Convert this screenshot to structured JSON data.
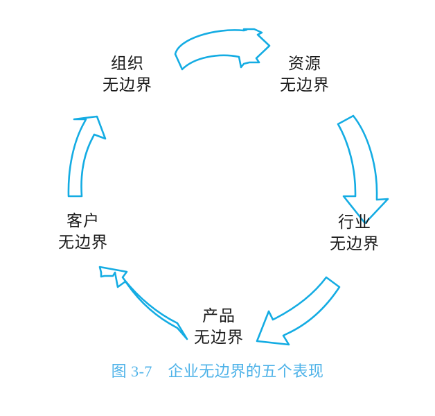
{
  "figure": {
    "caption": "图 3-7　企业无边界的五个表现",
    "accent_color": "#14ace3",
    "caption_color": "#4db2e8",
    "label_color": "#1a1a1a",
    "background_color": "#ffffff"
  },
  "diagram": {
    "type": "cycle",
    "direction": "clockwise",
    "node_count": 5,
    "nodes": [
      {
        "id": "organization",
        "line1": "组织",
        "line2": "无边界"
      },
      {
        "id": "resource",
        "line1": "资源",
        "line2": "无边界"
      },
      {
        "id": "industry",
        "line1": "行业",
        "line2": "无边界"
      },
      {
        "id": "product",
        "line1": "产品",
        "line2": "无边界"
      },
      {
        "id": "customer",
        "line1": "客户",
        "line2": "无边界"
      }
    ],
    "arrows": [
      {
        "id": "arrow-organization-to-resource",
        "from": "organization",
        "to": "resource",
        "position": "top",
        "points": "right"
      },
      {
        "id": "arrow-resource-to-industry",
        "from": "resource",
        "to": "industry",
        "position": "right",
        "points": "down"
      },
      {
        "id": "arrow-industry-to-product",
        "from": "industry",
        "to": "product",
        "position": "bottom-right",
        "points": "down-left"
      },
      {
        "id": "arrow-product-to-customer",
        "from": "product",
        "to": "customer",
        "position": "bottom-left",
        "points": "up-left"
      },
      {
        "id": "arrow-customer-to-organization",
        "from": "customer",
        "to": "organization",
        "position": "left",
        "points": "up"
      }
    ]
  }
}
